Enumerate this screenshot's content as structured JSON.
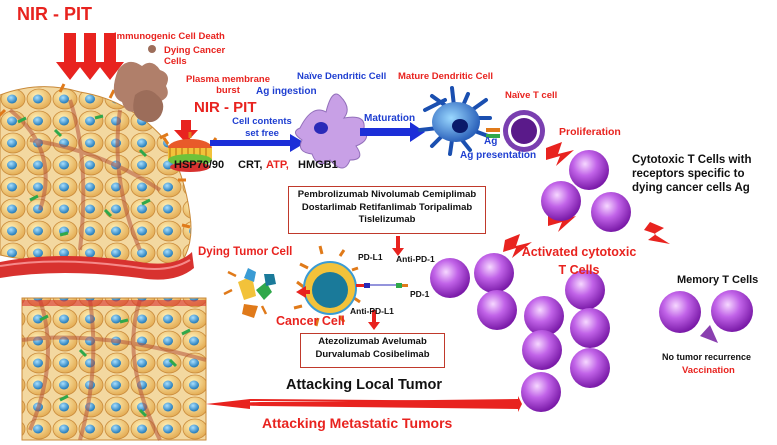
{
  "labels": {
    "nir_pit_top": "NIR - PIT",
    "icd": "Immunogenic Cell Death",
    "dying_cancer_cells": "Dying Cancer Cells",
    "pm_burst": "Plasma membrane burst",
    "nir_pit_mid": "NIR - PIT",
    "naive_dc": "Naïve Dendritic Cell",
    "ag_ingestion": "Ag ingestion",
    "mature_dc": "Mature Dendritic Cell",
    "naive_t": "Naïve T cell",
    "cell_contents": "Cell contents set free",
    "maturation": "Maturation",
    "ag_presentation": "Ag presentation",
    "proliferation": "Proliferation",
    "hsp": "HSP70/90",
    "crt": "CRT,",
    "atp": "ATP,",
    "hmgb1": "HMGB1",
    "cytotoxic": "Cytotoxic T Cells with receptors specific to dying cancer cells Ag",
    "dying_tumor": "Dying Tumor Cell",
    "cancer_cell": "Cancer Cell",
    "pd_l1": "PD-L1",
    "anti_pd1": "Anti-PD-1",
    "pd1": "PD-1",
    "anti_pdl1": "Anti-PD-L1",
    "activated": "Activated cytotoxic T Cells",
    "memory": "Memory T Cells",
    "no_recurrence": "No tumor recurrence",
    "vaccination": "Vaccination",
    "attack_local": "Attacking Local Tumor",
    "attack_meta": "Attacking Metastatic Tumors"
  },
  "antibody_boxes": {
    "pd1_drugs": [
      "Pembrolizumab Nivolumab Cemiplimab",
      "Dostarlimab Retifanlimab Toripalimab",
      "Tislelizumab"
    ],
    "pdl1_drugs": [
      "Atezolizumab  Avelumab",
      "Durvalumab  Cosibelimab"
    ]
  },
  "colors": {
    "arrow_red": "#e8231f",
    "arrow_blue": "#1c2fd8",
    "tcell_purple": "#9b2fc4",
    "dc_lavender": "#c8a0e6",
    "tumor_tan": "#e8b96a",
    "nucleus_blue": "#3a9bd4"
  }
}
